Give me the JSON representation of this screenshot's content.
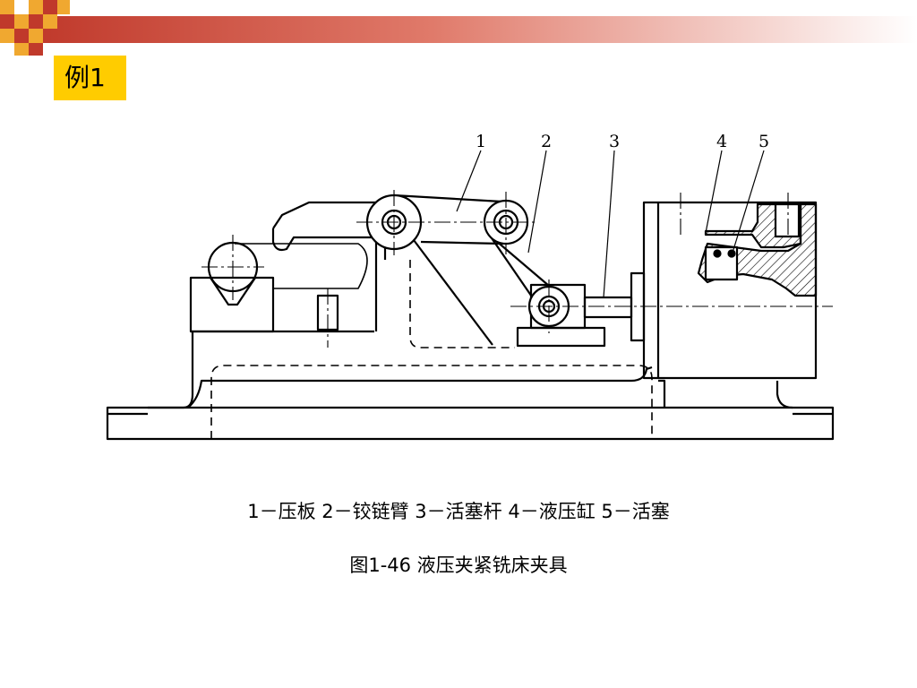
{
  "slide": {
    "title": "例1",
    "accent_color": "#ffcc00",
    "brand_color": "#c0392b"
  },
  "diagram": {
    "callouts": [
      "1",
      "2",
      "3",
      "4",
      "5"
    ],
    "parts_legend": "1－压板  2－铰链臂  3－活塞杆  4－液压缸  5－活塞",
    "figure_caption": "图1-46  液压夹紧铣床夹具"
  }
}
